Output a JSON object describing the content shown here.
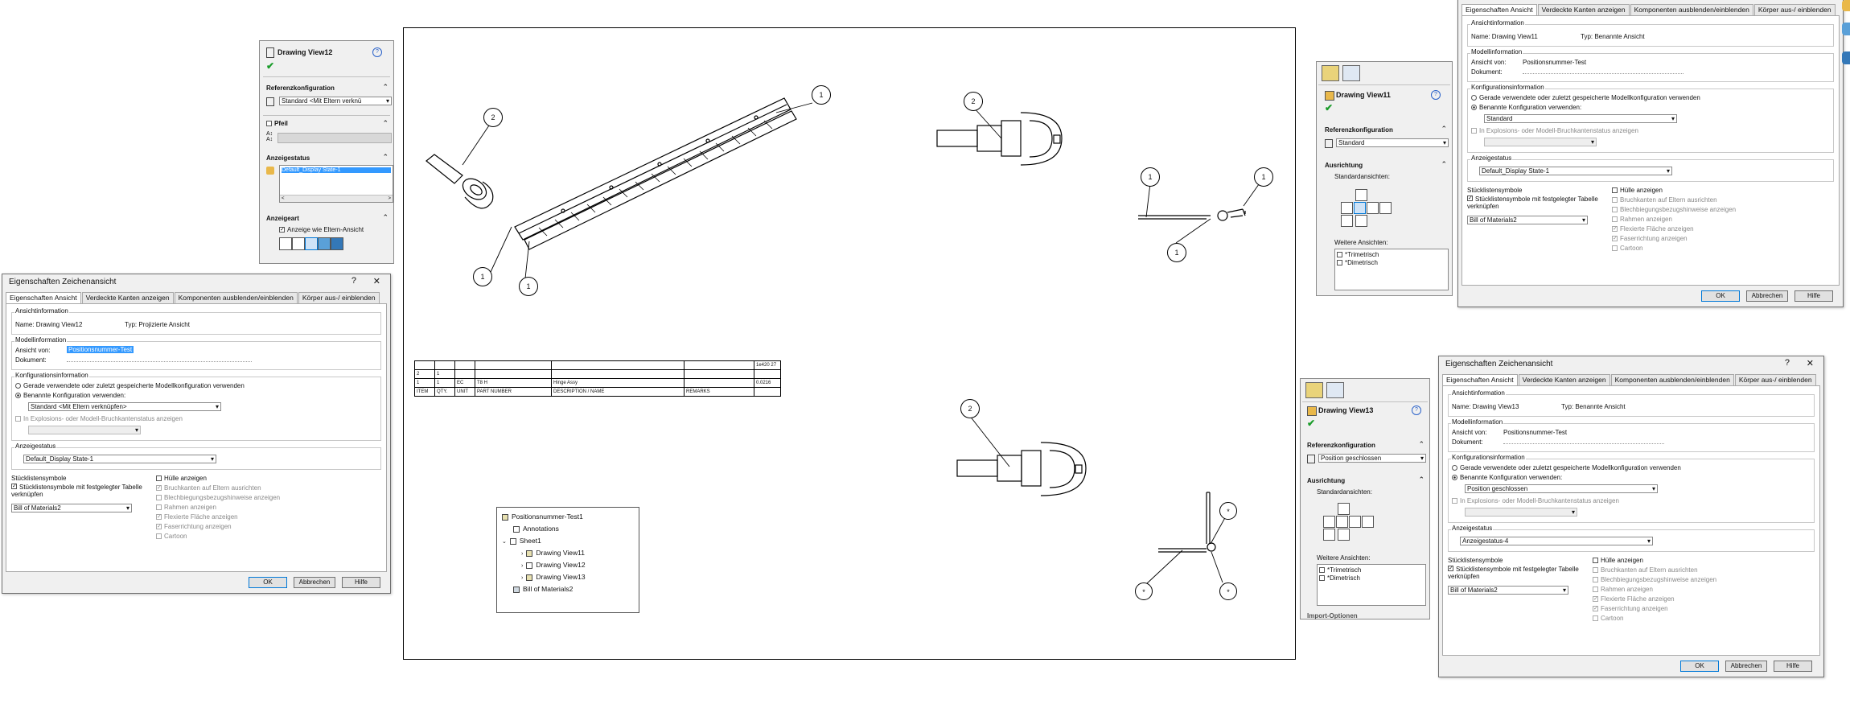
{
  "colors": {
    "accent": "#0078d7",
    "check": "#1a9c2a",
    "panel_bg": "#f0f0f0",
    "highlight": "#3399ff"
  },
  "pm1": {
    "title": "Drawing View12",
    "sec_ref": "Referenzkonfiguration",
    "ref_value": "Standard <Mit Eltern verknü",
    "sec_arrow": "Pfeil",
    "sec_status": "Anzeigestatus",
    "status_item": "Default_Display State-1",
    "sec_mode": "Anzeigeart",
    "mode_cb": "Anzeige wie Eltern-Ansicht"
  },
  "pm2": {
    "title": "Drawing View11",
    "sec_ref": "Referenzkonfiguration",
    "ref_value": "Standard",
    "sec_orient": "Ausrichtung",
    "std_views": "Standardansichten:",
    "more_views": "Weitere Ansichten:",
    "list": [
      "*Trimetrisch",
      "*Dimetrisch"
    ]
  },
  "pm3": {
    "title": "Drawing View13",
    "sec_ref": "Referenzkonfiguration",
    "ref_value": "Position geschlossen",
    "sec_orient": "Ausrichtung",
    "std_views": "Standardansichten:",
    "more_views": "Weitere Ansichten:",
    "list": [
      "*Trimetrisch",
      "*Dimetrisch"
    ],
    "cut_section": "Import-Optionen"
  },
  "dlg1": {
    "title": "Eigenschaften Zeichenansicht",
    "help": "?",
    "close": "✕",
    "tabs": [
      "Eigenschaften Ansicht",
      "Verdeckte Kanten anzeigen",
      "Komponenten ausblenden/einblenden",
      "Körper aus-/ einblenden"
    ],
    "grp_view": "Ansichtinformation",
    "name_label": "Name: Drawing View12",
    "type_label": "Typ: Projizierte Ansicht",
    "grp_model": "Modellinformation",
    "model_of": "Ansicht von:",
    "model_of_val": "Positionsnummer-Test",
    "document": "Dokument:",
    "grp_config": "Konfigurationsinformation",
    "radio1": "Gerade verwendete oder zuletzt gespeicherte Modellkonfiguration verwenden",
    "radio2": "Benannte Konfiguration verwenden:",
    "config_val": "Standard <Mit Eltern verknüpfen>",
    "explode": "In Explosions- oder Modell-Bruchkantenstatus anzeigen",
    "grp_status": "Anzeigestatus",
    "status_val": "Default_Display State-1",
    "grp_bom": "Stücklistensymbole",
    "bom_cb": "Stücklistensymbole mit festgelegter Tabelle verknüpfen",
    "bom_val": "Bill of Materials2",
    "opts": [
      "Hülle anzeigen",
      "Bruchkanten auf Eltern ausrichten",
      "Blechbiegungsbezugshinweise anzeigen",
      "Rahmen anzeigen",
      "Flexierte Fläche anzeigen",
      "Faserrichtung anzeigen",
      "Cartoon"
    ],
    "ok": "OK",
    "cancel": "Abbrechen",
    "helpbtn": "Hilfe"
  },
  "dlg2": {
    "tabs": [
      "Eigenschaften Ansicht",
      "Verdeckte Kanten anzeigen",
      "Komponenten ausblenden/einblenden",
      "Körper aus-/ einblenden"
    ],
    "grp_view": "Ansichtinformation",
    "name_label": "Name: Drawing View11",
    "type_label": "Typ: Benannte Ansicht",
    "grp_model": "Modellinformation",
    "model_of": "Ansicht von:",
    "model_of_val": "Positionsnummer-Test",
    "document": "Dokument:",
    "grp_config": "Konfigurationsinformation",
    "radio1": "Gerade verwendete oder zuletzt gespeicherte Modellkonfiguration verwenden",
    "radio2": "Benannte Konfiguration verwenden:",
    "config_val": "Standard",
    "explode": "In Explosions- oder Modell-Bruchkantenstatus anzeigen",
    "grp_status": "Anzeigestatus",
    "status_val": "Default_Display State-1",
    "grp_bom": "Stücklistensymbole",
    "bom_cb": "Stücklistensymbole mit festgelegter Tabelle verknüpfen",
    "bom_val": "Bill of Materials2",
    "opts": [
      "Hülle anzeigen",
      "Bruchkanten auf Eltern ausrichten",
      "Blechbiegungsbezugshinweise anzeigen",
      "Rahmen anzeigen",
      "Flexierte Fläche anzeigen",
      "Faserrichtung anzeigen",
      "Cartoon"
    ],
    "ok": "OK",
    "cancel": "Abbrechen",
    "helpbtn": "Hilfe"
  },
  "dlg3": {
    "title": "Eigenschaften Zeichenansicht",
    "help": "?",
    "close": "✕",
    "tabs": [
      "Eigenschaften Ansicht",
      "Verdeckte Kanten anzeigen",
      "Komponenten ausblenden/einblenden",
      "Körper aus-/ einblenden"
    ],
    "grp_view": "Ansichtinformation",
    "name_label": "Name: Drawing View13",
    "type_label": "Typ: Benannte Ansicht",
    "grp_model": "Modellinformation",
    "model_of": "Ansicht von:",
    "model_of_val": "Positionsnummer-Test",
    "document": "Dokument:",
    "grp_config": "Konfigurationsinformation",
    "radio1": "Gerade verwendete oder zuletzt gespeicherte Modellkonfiguration verwenden",
    "radio2": "Benannte Konfiguration verwenden:",
    "config_val": "Position geschlossen",
    "explode": "In Explosions- oder Modell-Bruchkantenstatus anzeigen",
    "grp_status": "Anzeigestatus",
    "status_val": "Anzeigestatus-4",
    "grp_bom": "Stücklistensymbole",
    "bom_cb": "Stücklistensymbole mit festgelegter Tabelle verknüpfen",
    "bom_val": "Bill of Materials2",
    "opts": [
      "Hülle anzeigen",
      "Bruchkanten auf Eltern ausrichten",
      "Blechbiegungsbezugshinweise anzeigen",
      "Rahmen anzeigen",
      "Flexierte Fläche anzeigen",
      "Faserrichtung anzeigen",
      "Cartoon"
    ],
    "ok": "OK",
    "cancel": "Abbrechen",
    "helpbtn": "Hilfe"
  },
  "tree": {
    "root": "Positionsnummer-Test1",
    "annotations": "Annotations",
    "sheet": "Sheet1",
    "views": [
      "Drawing View11",
      "Drawing View12",
      "Drawing View13"
    ],
    "bom": "Bill of Materials2"
  },
  "bom_table": {
    "corner": [
      "1e420 27",
      "0.0216"
    ],
    "rows": [
      [
        "2",
        "1",
        "",
        "",
        "",
        "",
        ""
      ],
      [
        "1",
        "1",
        "EC",
        "T8 H",
        "Hinge Assy",
        "",
        ""
      ]
    ],
    "header": [
      "ITEM",
      "QTY.",
      "UNIT",
      "PART NUMBER",
      "DESCRIPTION / NAME",
      "REMARKS"
    ]
  },
  "balloons": {
    "b1": "1",
    "b2": "2",
    "star": "*"
  }
}
